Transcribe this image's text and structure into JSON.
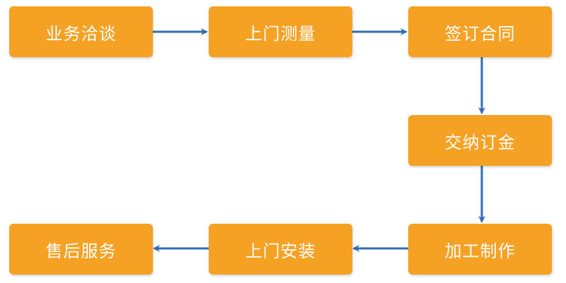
{
  "colors": {
    "box_fill": "#f4a124",
    "box_text": "#ffffff",
    "arrow": "#2e6db4"
  },
  "steps": [
    {
      "label": "业务洽谈"
    },
    {
      "label": "上门测量"
    },
    {
      "label": "签订合同"
    },
    {
      "label": "交纳订金"
    },
    {
      "label": "加工制作"
    },
    {
      "label": "上门安装"
    },
    {
      "label": "售后服务"
    }
  ],
  "flow": [
    {
      "from": 0,
      "to": 1
    },
    {
      "from": 1,
      "to": 2
    },
    {
      "from": 2,
      "to": 3
    },
    {
      "from": 3,
      "to": 4
    },
    {
      "from": 4,
      "to": 5
    },
    {
      "from": 5,
      "to": 6
    }
  ]
}
